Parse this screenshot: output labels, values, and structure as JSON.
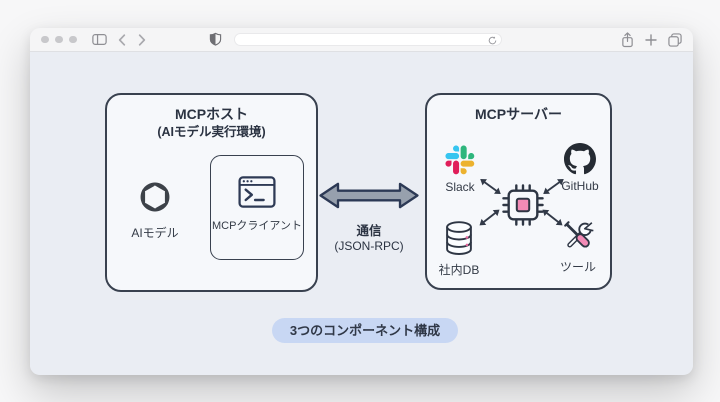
{
  "browser_chrome": {
    "url_text": "",
    "toolbar_icons": [
      "sidebar-icon",
      "back-icon",
      "forward-icon",
      "shield-icon",
      "reload-icon",
      "share-icon",
      "new-tab-icon",
      "tabs-icon"
    ]
  },
  "diagram": {
    "host": {
      "title_line1": "MCPホスト",
      "title_line2": "(AIモデル実行環境)",
      "ai_model": {
        "label": "AIモデル",
        "icon": "openai-logo"
      },
      "client": {
        "label": "MCPクライアント",
        "icon": "terminal-window"
      }
    },
    "link": {
      "line1": "通信",
      "line2": "(JSON-RPC)"
    },
    "server": {
      "title": "MCPサーバー",
      "center_icon": "cpu-chip",
      "nodes": [
        {
          "label": "Slack",
          "icon": "slack-logo"
        },
        {
          "label": "GitHub",
          "icon": "github-logo"
        },
        {
          "label": "社内DB",
          "icon": "database"
        },
        {
          "label": "ツール",
          "icon": "tools"
        }
      ]
    },
    "caption": "3つのコンポーネント構成"
  },
  "colors": {
    "content_bg": "#eaedf3",
    "box_fill": "#f6f8fb",
    "box_border": "#39414f",
    "text": "#2b3342",
    "arrow_fill": "#97a0ad",
    "arrow_stroke": "#2c3955",
    "accent_pink": "#f28bb6",
    "badge_bg": "#c8d7f3",
    "slack_blue": "#36C5F0",
    "slack_green": "#2EB67D",
    "slack_yellow": "#ECB22E",
    "slack_red": "#E01E5A",
    "github_dark": "#252b33"
  }
}
